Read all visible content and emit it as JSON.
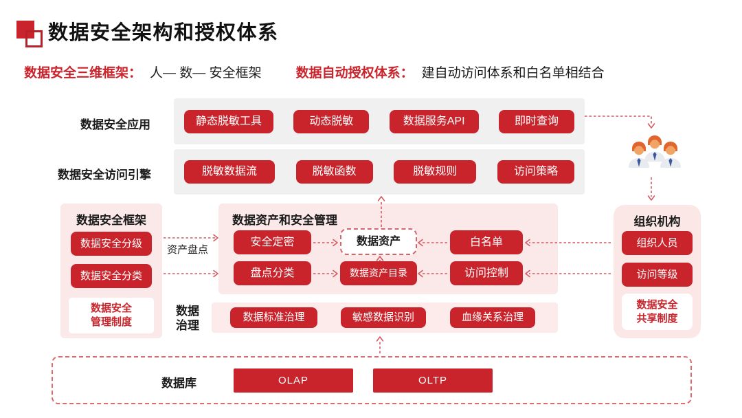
{
  "header": {
    "title": "数据安全架构和授权体系"
  },
  "subtitle": {
    "left_label": "数据安全三维框架：",
    "left_value": "人— 数— 安全框架",
    "right_label": "数据自动授权体系：",
    "right_value": "建自动访问体系和白名单相结合"
  },
  "rows": {
    "app": {
      "label": "数据安全应用",
      "buttons": [
        "静态脱敏工具",
        "动态脱敏",
        "数据服务API",
        "即时查询"
      ]
    },
    "engine": {
      "label": "数据安全访问引擎",
      "buttons": [
        "脱敏数据流",
        "脱敏函数",
        "脱敏规则",
        "访问策略"
      ]
    }
  },
  "left_panel": {
    "title": "数据安全框架",
    "buttons": [
      "数据安全分级",
      "数据安全分类"
    ],
    "note_line1": "数据安全",
    "note_line2": "管理制度"
  },
  "connector": {
    "label": "资产盘点"
  },
  "center_panel": {
    "title": "数据资产和安全管理",
    "row1": {
      "left": "安全定密",
      "center": "数据资产",
      "right": "白名单"
    },
    "row2": {
      "left": "盘点分类",
      "center": "数据资产目录",
      "right": "访问控制"
    }
  },
  "right_panel": {
    "title": "组织机构",
    "buttons": [
      "组织人员",
      "访问等级"
    ],
    "note_line1": "数据安全",
    "note_line2": "共享制度"
  },
  "governance": {
    "label_line1": "数据",
    "label_line2": "治理",
    "buttons": [
      "数据标准治理",
      "敏感数据识别",
      "血缘关系治理"
    ]
  },
  "database": {
    "label": "数据库",
    "buttons": [
      "OLAP",
      "OLTP"
    ]
  },
  "icons": {
    "title_icon": "overlapping-squares-icon",
    "people_icon": "team-people-icon"
  },
  "colors": {
    "accent_red": "#c9242c",
    "panel_pink": "#fbe9e9",
    "right_panel_pink": "#fce7e7",
    "governance_pink": "#fdeaea",
    "strip_gray": "#f0f0f0",
    "dashed_red": "#d4595f"
  }
}
